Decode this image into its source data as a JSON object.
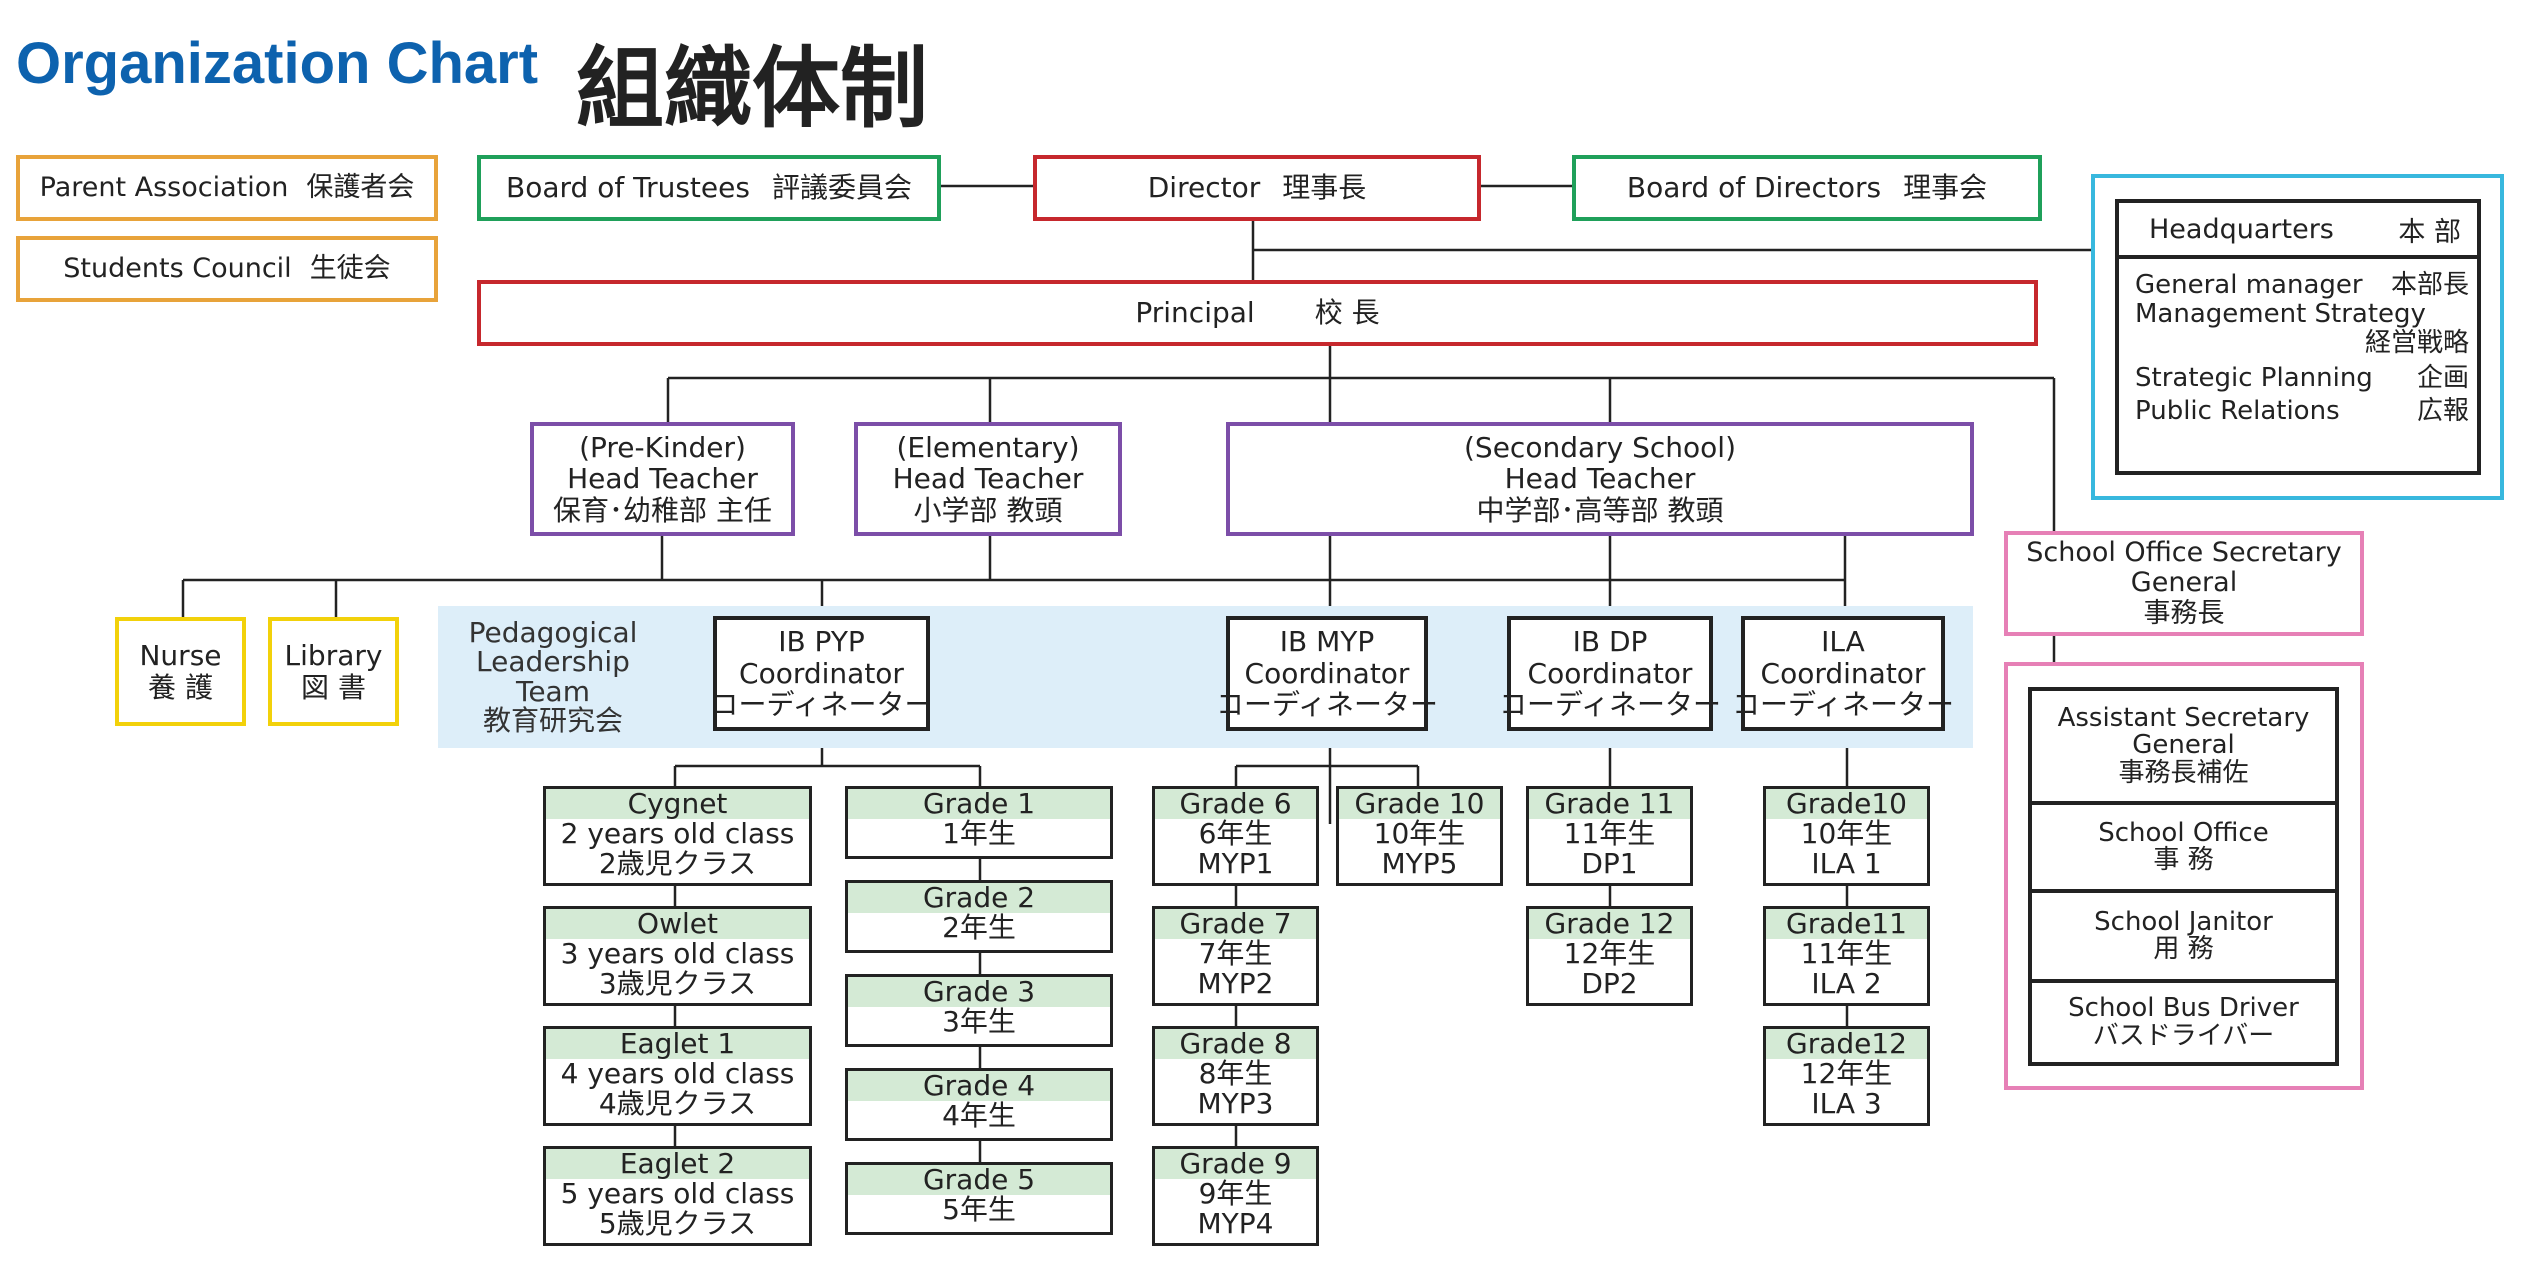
{
  "title": {
    "en": "Organization Chart",
    "jp": "組織体制"
  },
  "parent_association": {
    "en": "Parent Association",
    "jp": "保護者会"
  },
  "students_council": {
    "en": "Students Council",
    "jp": "生徒会"
  },
  "board_trustees": {
    "en": "Board of Trustees",
    "jp": "評議委員会"
  },
  "director": {
    "en": "Director",
    "jp": "理事長"
  },
  "board_directors": {
    "en": "Board of Directors",
    "jp": "理事会"
  },
  "principal": {
    "en": "Principal",
    "jp": "校 長"
  },
  "headquarters": {
    "title_en": "Headquarters",
    "title_jp": "本 部",
    "items": [
      {
        "en": "General manager",
        "jp": "本部長"
      },
      {
        "en": "Management Strategy",
        "jp": "経営戦略"
      },
      {
        "en": "Strategic Planning",
        "jp": "企画"
      },
      {
        "en": "Public Relations",
        "jp": "広報"
      }
    ]
  },
  "head_teachers": {
    "prekinder": {
      "line1": "(Pre-Kinder)",
      "line2": "Head Teacher",
      "line3": "保育･幼稚部 主任"
    },
    "elementary": {
      "line1": "(Elementary)",
      "line2": "Head Teacher",
      "line3": "小学部 教頭"
    },
    "secondary": {
      "line1": "(Secondary School)",
      "line2": "Head Teacher",
      "line3": "中学部･高等部 教頭"
    }
  },
  "nurse": {
    "en": "Nurse",
    "jp": "養 護"
  },
  "library": {
    "en": "Library",
    "jp": "図 書"
  },
  "pedagogical_team": {
    "line1": "Pedagogical",
    "line2": "Leadership",
    "line3": "Team",
    "line4": "教育研究会"
  },
  "coordinators": {
    "pyp": {
      "line1": "IB PYP",
      "line2": "Coordinator",
      "line3": "コーディネーター"
    },
    "myp": {
      "line1": "IB MYP",
      "line2": "Coordinator",
      "line3": "コーディネーター"
    },
    "dp": {
      "line1": "IB DP",
      "line2": "Coordinator",
      "line3": "コーディネーター"
    },
    "ila": {
      "line1": "ILA",
      "line2": "Coordinator",
      "line3": "コーディネーター"
    }
  },
  "school_office_secretary": {
    "line1": "School Office Secretary",
    "line2": "General",
    "line3": "事務長"
  },
  "office_staff": [
    {
      "line1": "Assistant Secretary",
      "line2": "General",
      "line3": "事務長補佐"
    },
    {
      "line1": "School Office",
      "line2": "事 務"
    },
    {
      "line1": "School Janitor",
      "line2": "用 務"
    },
    {
      "line1": "School Bus Driver",
      "line2": "バスドライバー"
    }
  ],
  "prekinder_classes": [
    {
      "name": "Cygnet",
      "en": "2 years old class",
      "jp": "2歳児クラス"
    },
    {
      "name": "Owlet",
      "en": "3 years old class",
      "jp": "3歳児クラス"
    },
    {
      "name": "Eaglet 1",
      "en": "4 years old class",
      "jp": "4歳児クラス"
    },
    {
      "name": "Eaglet 2",
      "en": "5 years old class",
      "jp": "5歳児クラス"
    }
  ],
  "elementary_grades": [
    {
      "name": "Grade 1",
      "jp": "1年生"
    },
    {
      "name": "Grade 2",
      "jp": "2年生"
    },
    {
      "name": "Grade 3",
      "jp": "3年生"
    },
    {
      "name": "Grade 4",
      "jp": "4年生"
    },
    {
      "name": "Grade 5",
      "jp": "5年生"
    }
  ],
  "myp_grades": [
    {
      "name": "Grade 6",
      "jp": "6年生",
      "prog": "MYP1"
    },
    {
      "name": "Grade 7",
      "jp": "7年生",
      "prog": "MYP2"
    },
    {
      "name": "Grade 8",
      "jp": "8年生",
      "prog": "MYP3"
    },
    {
      "name": "Grade 9",
      "jp": "9年生",
      "prog": "MYP4"
    }
  ],
  "myp_grade10": {
    "name": "Grade 10",
    "jp": "10年生",
    "prog": "MYP5"
  },
  "dp_grades": [
    {
      "name": "Grade 11",
      "jp": "11年生",
      "prog": "DP1"
    },
    {
      "name": "Grade 12",
      "jp": "12年生",
      "prog": "DP2"
    }
  ],
  "ila_grades": [
    {
      "name": "Grade10",
      "jp": "10年生",
      "prog": "ILA 1"
    },
    {
      "name": "Grade11",
      "jp": "11年生",
      "prog": "ILA 2"
    },
    {
      "name": "Grade12",
      "jp": "12年生",
      "prog": "ILA 3"
    }
  ]
}
